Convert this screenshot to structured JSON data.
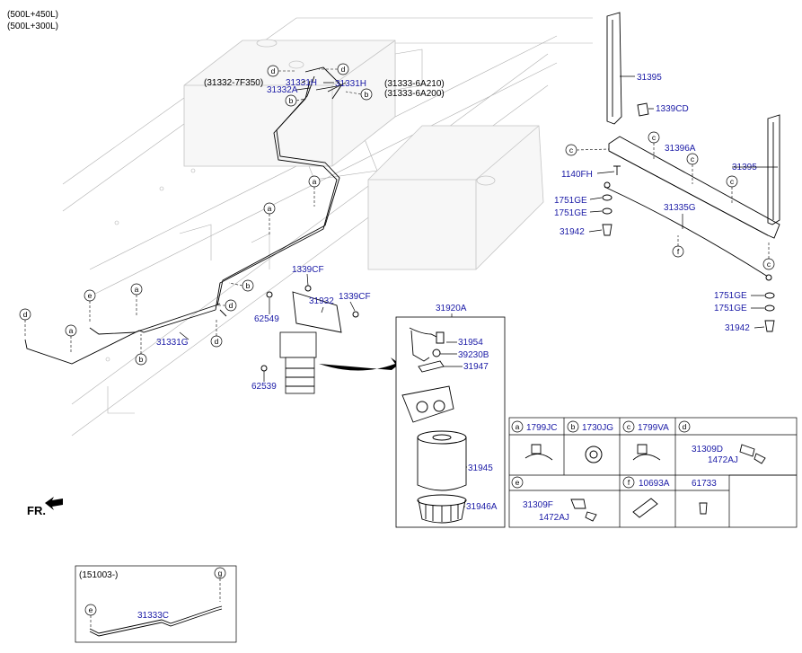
{
  "header": {
    "variant_1": "(500L+450L)",
    "variant_2": "(500L+300L)"
  },
  "direction_label": "FR.",
  "main_labels": {
    "p31332_7F350": "(31332-7F350)",
    "p31331H_a": "31331H",
    "p31331H_b": "31331H",
    "p31332A": "31332A",
    "p31333_6A210": "(31333-6A210)",
    "p31333_6A200": "(31333-6A200)",
    "p1339CF_a": "1339CF",
    "p1339CF_b": "1339CF",
    "p31932": "31932",
    "p62549": "62549",
    "p62539": "62539",
    "p31331G": "31331G"
  },
  "filter_group": {
    "title": "31920A",
    "parts": [
      "31954",
      "39230B",
      "31947",
      "31945",
      "31946A"
    ]
  },
  "bracket_labels": {
    "p31395_a": "31395",
    "p31395_b": "31395",
    "p1339CD": "1339CD",
    "p31396A": "31396A",
    "p1140FH": "1140FH",
    "p1751GE_a": "1751GE",
    "p1751GE_b": "1751GE",
    "p31335G": "31335G",
    "p31942_a": "31942",
    "p1751GE_c": "1751GE",
    "p1751GE_d": "1751GE",
    "p31942_b": "31942"
  },
  "callout_letters": {
    "a": "a",
    "b": "b",
    "c": "c",
    "d": "d",
    "e": "e",
    "f": "f",
    "g": "g"
  },
  "legend_table": {
    "row1": [
      {
        "letter": "a",
        "part": "1799JC"
      },
      {
        "letter": "b",
        "part": "1730JG"
      },
      {
        "letter": "c",
        "part": "1799VA"
      },
      {
        "letter": "d",
        "parts": [
          "31309D",
          "1472AJ"
        ]
      }
    ],
    "row2": [
      {
        "letter": "e",
        "parts": [
          "31309F",
          "1472AJ"
        ]
      },
      {
        "letter": "f",
        "part": "10693A"
      },
      {
        "letter": "",
        "part": "61733"
      }
    ]
  },
  "variant_box": {
    "date": "(151003-)",
    "part": "31333C"
  }
}
